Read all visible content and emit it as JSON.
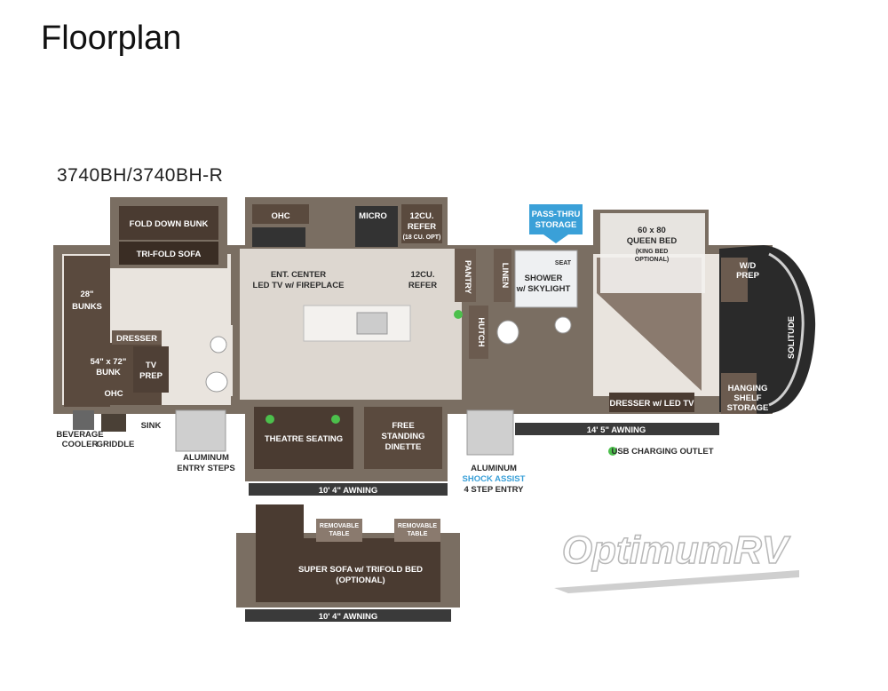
{
  "page": {
    "title": "Floorplan",
    "model": "3740BH/3740BH-R"
  },
  "labels": {
    "fold_down_bunk": "FOLD DOWN BUNK",
    "tri_fold_sofa": "TRI-FOLD SOFA",
    "bunks_28": "28\"",
    "bunks": "BUNKS",
    "dresser": "DRESSER",
    "bunk_size": "54\" x 72\"",
    "bunk": "BUNK",
    "tv": "TV",
    "prep": "PREP",
    "ohc": "OHC",
    "beverage": "BEVERAGE",
    "cooler": "COOLER",
    "griddle": "GRIDDLE",
    "sink": "SINK",
    "aluminum": "ALUMINUM",
    "entry_steps": "ENTRY STEPS",
    "ohc_top": "OHC",
    "micro": "MICRO",
    "refer_top_1": "12CU.",
    "refer_top_2": "REFER",
    "refer_top_3": "(18 CU. OPT)",
    "ent_center": "ENT. CENTER",
    "led_fireplace": "LED TV w/ FIREPLACE",
    "refer_mid_1": "12CU.",
    "refer_mid_2": "REFER",
    "pantry": "PANTRY",
    "hutch": "HUTCH",
    "linen": "LINEN",
    "shower": "SHOWER",
    "skylight": "w/ SKYLIGHT",
    "seat": "SEAT",
    "pass_thru_1": "PASS-THRU",
    "pass_thru_2": "STORAGE",
    "bed_size": "60 x 80",
    "queen_bed": "QUEEN BED",
    "king_bed_1": "(KING BED",
    "king_bed_2": "OPTIONAL)",
    "wd": "W/D",
    "wd_prep": "PREP",
    "brand": "SOLITUDE",
    "hanging_1": "HANGING",
    "hanging_2": "SHELF",
    "hanging_3": "STORAGE",
    "dresser_led": "DRESSER w/ LED TV",
    "awning_145": "14' 5\" AWNING",
    "usb": "USB CHARGING OUTLET",
    "theatre": "THEATRE SEATING",
    "free": "FREE",
    "standing": "STANDING",
    "dinette": "DINETTE",
    "awning_104_a": "10' 4\" AWNING",
    "alum_2": "ALUMINUM",
    "shock_assist": "SHOCK ASSIST",
    "four_step": "4 STEP ENTRY",
    "removable_table_a": "REMOVABLE",
    "removable_table_a2": "TABLE",
    "removable_table_b": "REMOVABLE",
    "removable_table_b2": "TABLE",
    "super_sofa": "SUPER SOFA w/ TRIFOLD BED",
    "optional": "(OPTIONAL)",
    "awning_104_b": "10' 4\" AWNING",
    "watermark": "OptimumRV"
  },
  "colors": {
    "wall": "#6e6257",
    "floor": "#d9d3cc",
    "dark": "#4a3b31",
    "accent_blue": "#3aa0d8",
    "usb_green": "#4cc04c"
  }
}
